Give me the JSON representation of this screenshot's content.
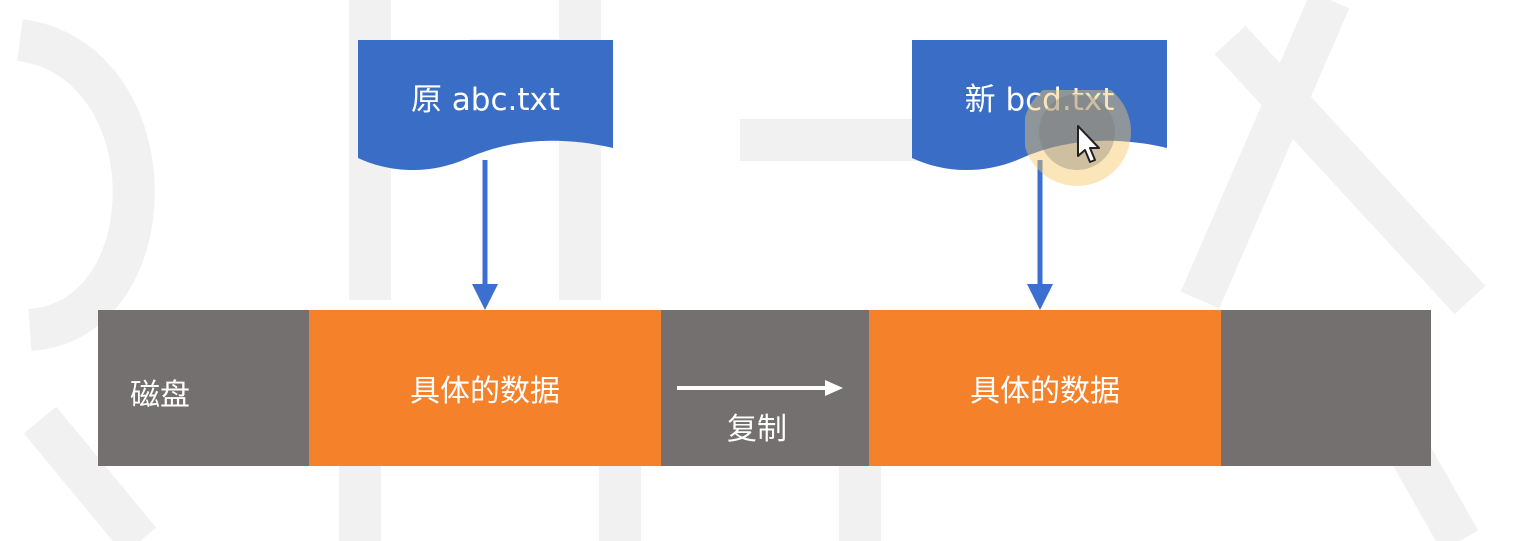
{
  "source_file": {
    "label": "原 abc.txt"
  },
  "new_file": {
    "label": "新 bcd.txt"
  },
  "disk": {
    "label": "磁盘",
    "data_block_1": "具体的数据",
    "copy_label": "复制",
    "data_block_2": "具体的数据"
  },
  "colors": {
    "document_blue": "#3a6ec6",
    "arrow_blue": "#3b6fd0",
    "data_orange": "#f5822a",
    "disk_gray": "#757070"
  }
}
